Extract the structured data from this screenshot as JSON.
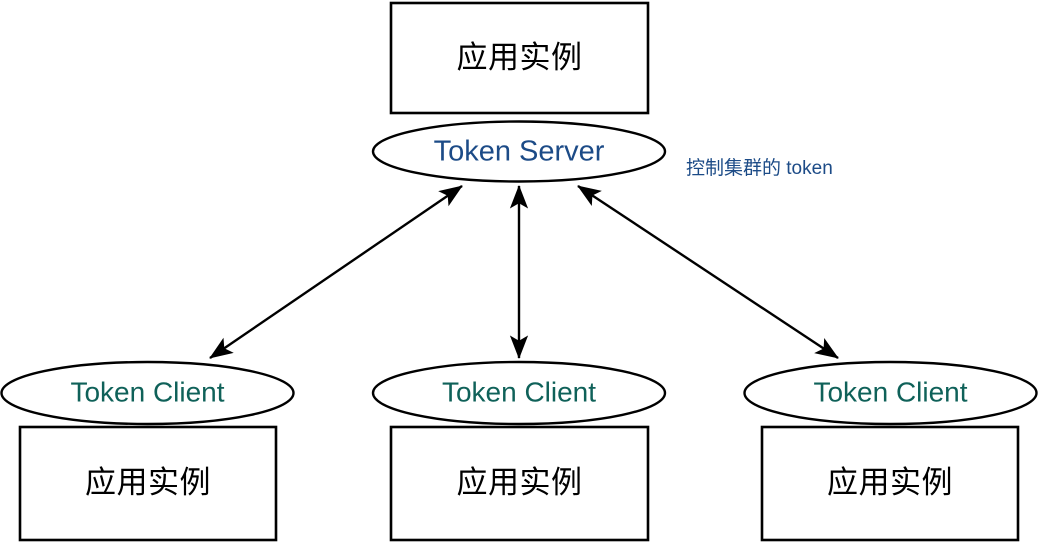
{
  "diagram": {
    "title": "Token Server / Token Client cluster diagram",
    "colors": {
      "server_text": "#1c4b87",
      "client_text": "#0f6159",
      "annotation_text": "#1c4b87",
      "stroke": "#000000",
      "fill": "#ffffff",
      "box_text": "#000000"
    },
    "nodes": {
      "top_app_instance": {
        "label": "应用实例",
        "shape": "rectangle"
      },
      "token_server": {
        "label": "Token Server",
        "shape": "ellipse"
      },
      "token_client_left": {
        "label": "Token Client",
        "shape": "ellipse"
      },
      "token_client_middle": {
        "label": "Token Client",
        "shape": "ellipse"
      },
      "token_client_right": {
        "label": "Token Client",
        "shape": "ellipse"
      },
      "app_instance_left": {
        "label": "应用实例",
        "shape": "rectangle"
      },
      "app_instance_middle": {
        "label": "应用实例",
        "shape": "rectangle"
      },
      "app_instance_right": {
        "label": "应用实例",
        "shape": "rectangle"
      }
    },
    "annotations": {
      "server_note": "控制集群的 token"
    },
    "edges": [
      {
        "name": "server-to-client-left",
        "from": "token_server",
        "to": "token_client_left",
        "direction": "bidirectional"
      },
      {
        "name": "server-to-client-middle",
        "from": "token_server",
        "to": "token_client_middle",
        "direction": "bidirectional"
      },
      {
        "name": "server-to-client-right",
        "from": "token_server",
        "to": "token_client_right",
        "direction": "bidirectional"
      }
    ]
  }
}
